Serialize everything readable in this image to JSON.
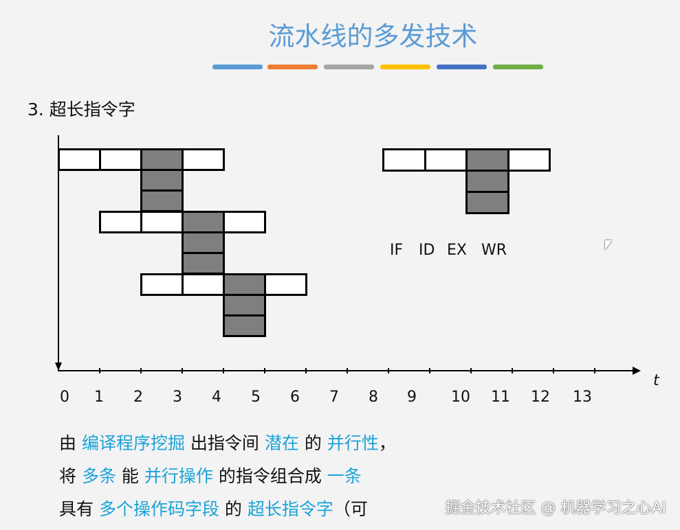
{
  "title": "流水线的多发技术",
  "accent_bars": [
    "#5b9bd5",
    "#ed7d31",
    "#a5a5a5",
    "#ffc000",
    "#4472c4",
    "#70ad47"
  ],
  "heading": "3. 超长指令字",
  "stage_labels": [
    "IF",
    "ID",
    "EX",
    "WR"
  ],
  "axis": {
    "t_label": "t",
    "ticks": [
      "0",
      "1",
      "2",
      "3",
      "4",
      "5",
      "6",
      "7",
      "8",
      "9",
      "10",
      "11",
      "12",
      "13"
    ]
  },
  "text": {
    "line1": [
      {
        "t": "由 ",
        "h": false
      },
      {
        "t": "编译程序挖掘",
        "h": true
      },
      {
        "t": " 出指令间 ",
        "h": false
      },
      {
        "t": "潜在",
        "h": true
      },
      {
        "t": " 的 ",
        "h": false
      },
      {
        "t": "并行性",
        "h": true
      },
      {
        "t": "，",
        "h": false
      }
    ],
    "line2": [
      {
        "t": "将 ",
        "h": false
      },
      {
        "t": "多条",
        "h": true
      },
      {
        "t": " 能 ",
        "h": false
      },
      {
        "t": "并行操作",
        "h": true
      },
      {
        "t": " 的指令组合成 ",
        "h": false
      },
      {
        "t": "一条",
        "h": true
      }
    ],
    "line3": [
      {
        "t": "具有 ",
        "h": false
      },
      {
        "t": "多个操作码字段",
        "h": true
      },
      {
        "t": " 的 ",
        "h": false
      },
      {
        "t": "超长指令字",
        "h": true
      },
      {
        "t": "（可",
        "h": false
      }
    ]
  },
  "watermark": "掘金技术社区 @ 机器学习之心AI"
}
